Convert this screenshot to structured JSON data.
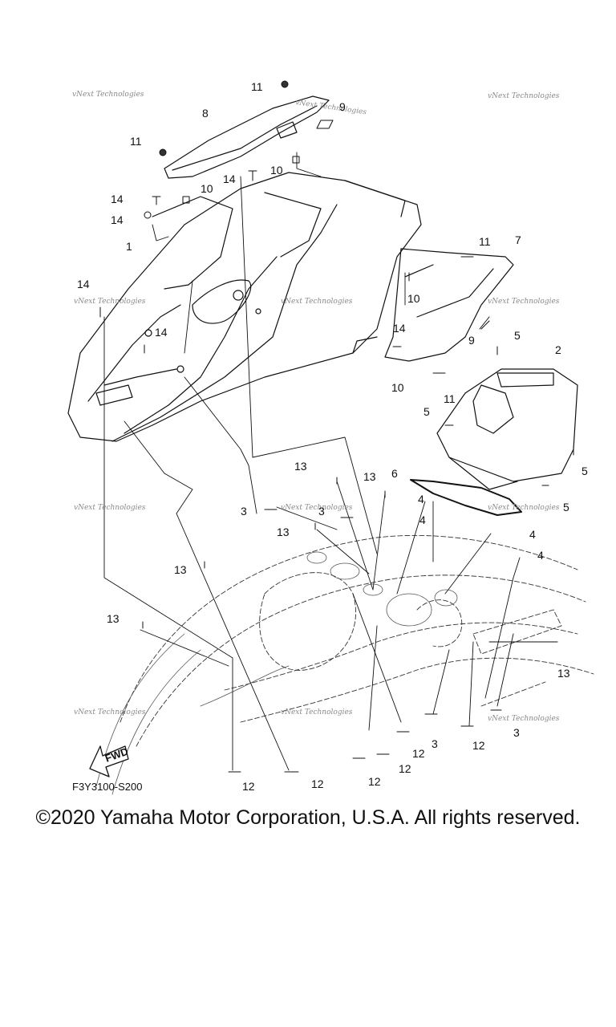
{
  "diagram": {
    "diagram_code": "F3Y3100-S200",
    "fwd_label": "FWD",
    "watermark_text": "vNext Technologies",
    "callouts": [
      "11",
      "8",
      "9",
      "11",
      "10",
      "14",
      "10",
      "14",
      "14",
      "1",
      "11",
      "7",
      "10",
      "14",
      "14",
      "14",
      "5",
      "2",
      "9",
      "10",
      "11",
      "5",
      "5",
      "13",
      "6",
      "13",
      "3",
      "3",
      "4",
      "4",
      "13",
      "5",
      "4",
      "4",
      "13",
      "13",
      "13",
      "12",
      "3",
      "3",
      "12",
      "12",
      "12",
      "12",
      "12"
    ]
  },
  "footer": {
    "copyright": "©2020 Yamaha Motor Corporation, U.S.A. All rights reserved."
  }
}
